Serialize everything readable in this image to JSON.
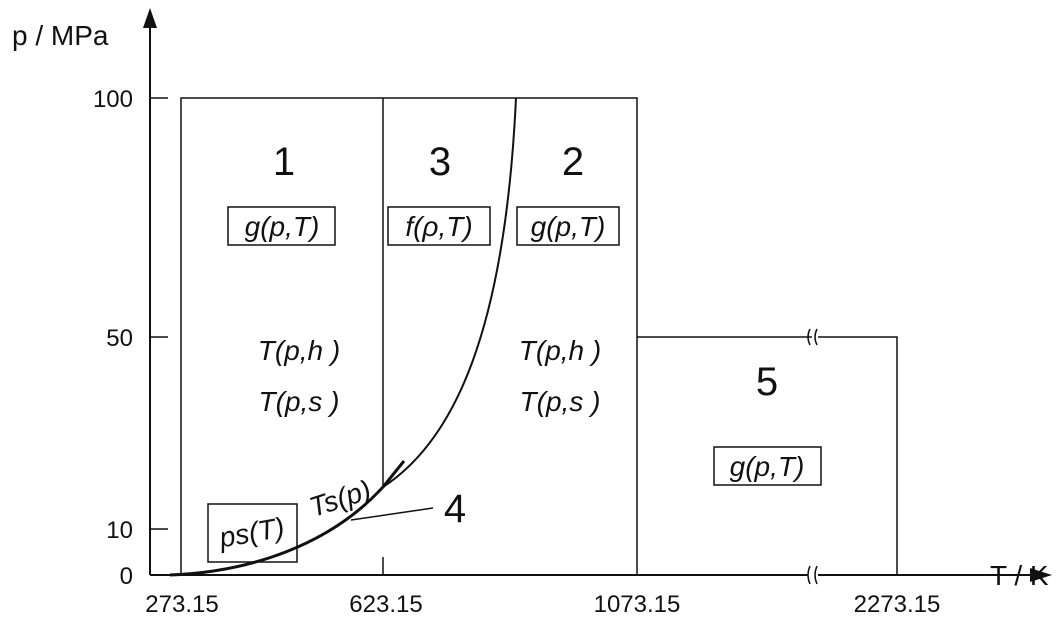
{
  "axes": {
    "y_label": "p / MPa",
    "x_label": "T / K",
    "y_ticks": [
      "100",
      "50",
      "10",
      "0"
    ],
    "x_ticks": [
      "273.15",
      "623.15",
      "1073.15",
      "2273.15"
    ]
  },
  "regions": {
    "r1": {
      "number": "1",
      "main_eq": "g(p,T)",
      "inv1": "T(p,h )",
      "inv2": "T(p,s )"
    },
    "r3": {
      "number": "3",
      "main_eq": "f(ρ,T)"
    },
    "r2": {
      "number": "2",
      "main_eq": "g(p,T)",
      "inv1": "T(p,h )",
      "inv2": "T(p,s )"
    },
    "r5": {
      "number": "5",
      "main_eq": "g(p,T)"
    },
    "r4": {
      "number": "4",
      "sat_pressure": "ps(T)",
      "sat_temperature": "Ts(p)"
    }
  },
  "colors": {
    "ink": "#111111",
    "background": "#ffffff"
  }
}
